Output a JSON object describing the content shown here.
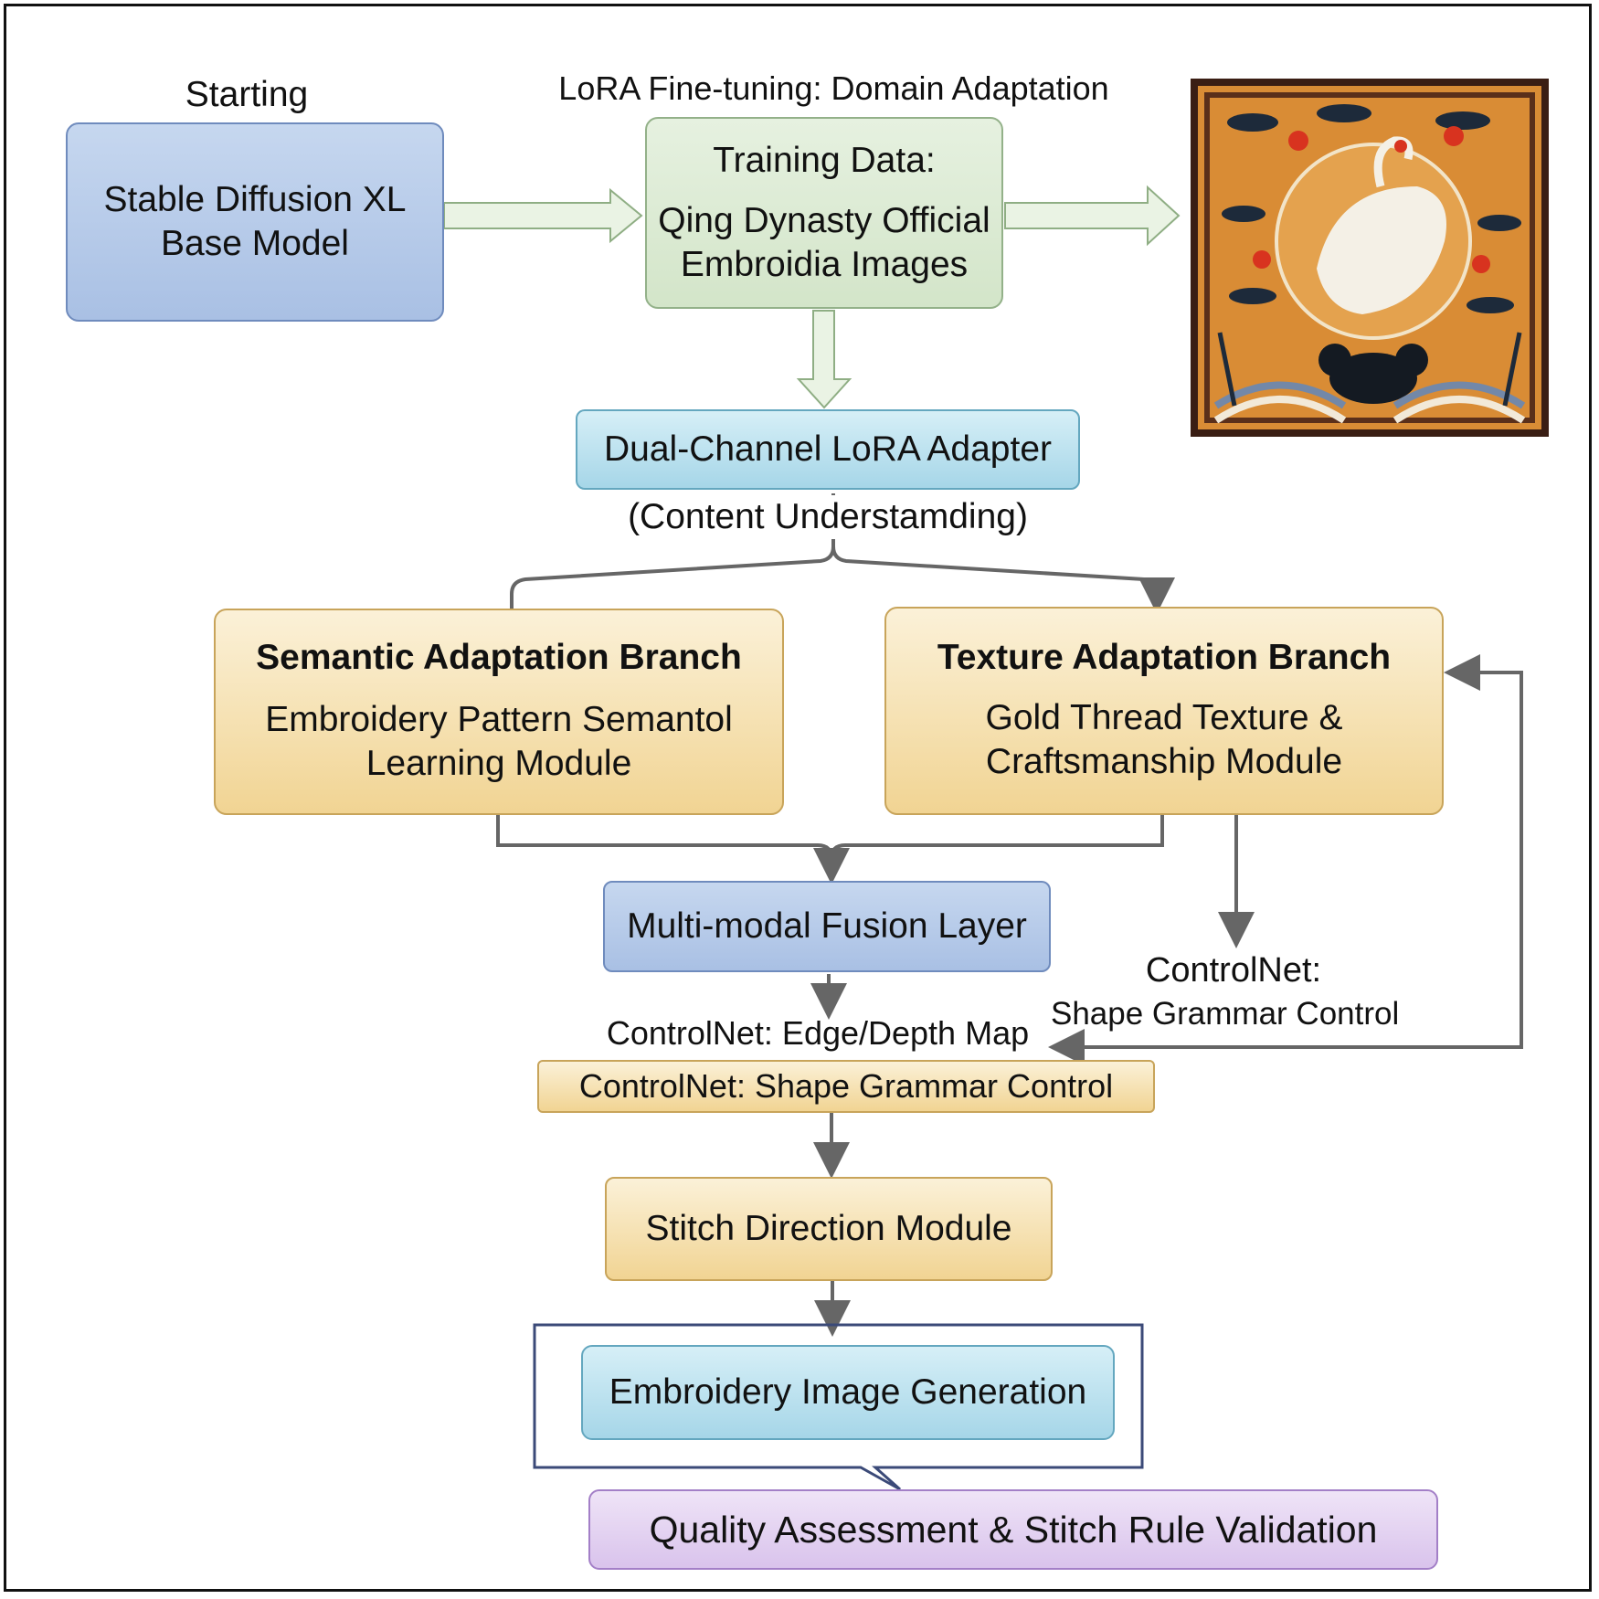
{
  "labels": {
    "starting": "Starting",
    "lora_title": "LoRA Fine-tuning: Domain Adaptation",
    "content_understanding": "(Content Understamding)",
    "controlnet_edge": "ControlNet: Edge/Depth Map",
    "controlnet_side_1": "ControlNet:",
    "controlnet_side_2": "Shape Grammar Control"
  },
  "boxes": {
    "sdxl": {
      "line1": "Stable Diffusion XL",
      "line2": "Base Model"
    },
    "training": {
      "line1": "Training Data:",
      "line2": "Qing Dynasty Official",
      "line3": "Embroidia Images"
    },
    "dual_channel": "Dual-Channel LoRA Adapter",
    "semantic": {
      "title": "Semantic Adaptation Branch",
      "line1": "Embroidery Pattern Semantol",
      "line2": "Learning Module"
    },
    "texture": {
      "title": "Texture Adaptation Branch",
      "line1": "Gold Thread Texture &",
      "line2": "Craftsmanship Module"
    },
    "fusion": "Multi-modal Fusion Layer",
    "shape_grammar": "ControlNet: Shape Grammar Control",
    "stitch_direction": "Stitch Direction Module",
    "generation": "Embroidery Image Generation",
    "quality": "Quality Assessment & Stitch Rule Validation"
  },
  "colors": {
    "blue_box": "#a9c0e4",
    "green_box": "#d3e5c9",
    "cyan_box": "#a6d6e8",
    "gold_box": "#f1d493",
    "purple_box": "#d9c3ec",
    "connector": "#666666"
  }
}
